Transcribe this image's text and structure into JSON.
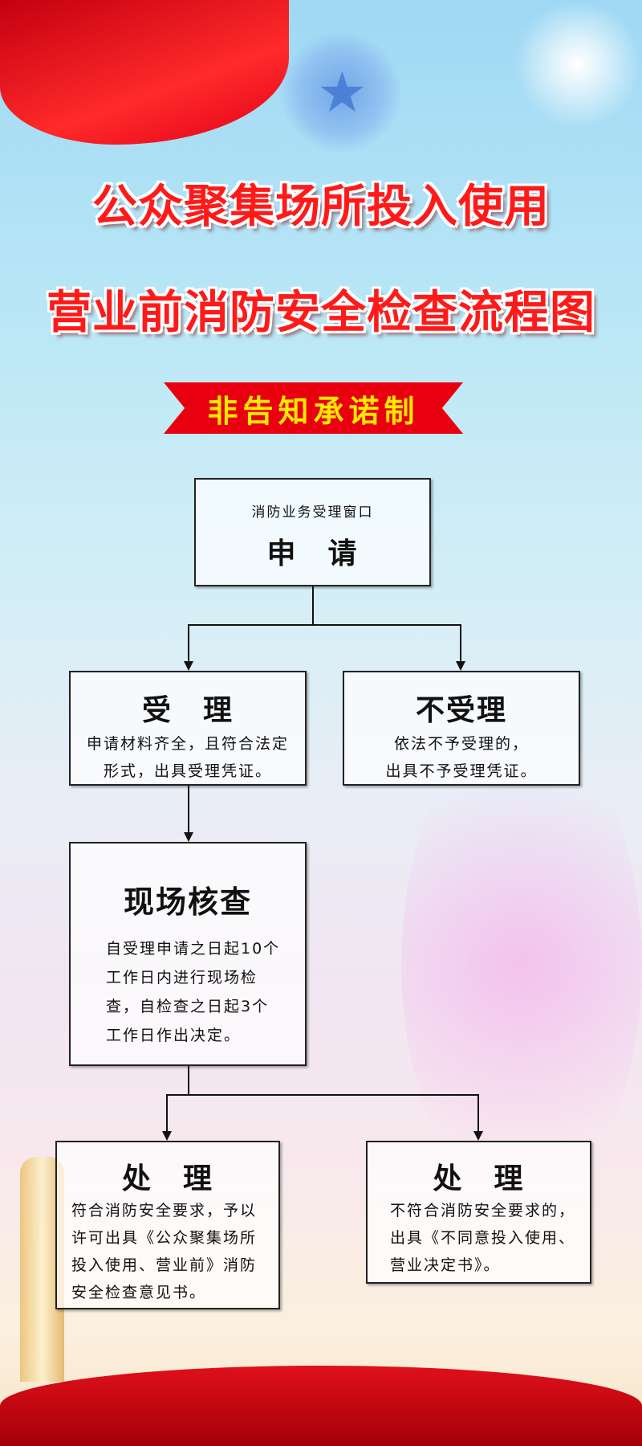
{
  "title": {
    "line1": "公众聚集场所投入使用",
    "line2": "营业前消防安全检查流程图"
  },
  "banner": "非告知承诺制",
  "apply": {
    "subtitle": "消防业务受理窗口",
    "heading": "申　请"
  },
  "accept": {
    "heading": "受　理",
    "lines": [
      "申请材料齐全，且符合法定",
      "形式，出具受理凭证。"
    ]
  },
  "reject": {
    "heading": "不受理",
    "lines": [
      "依法不予受理的，",
      "出具不予受理凭证。"
    ]
  },
  "inspect": {
    "heading": "现场核查",
    "lines": [
      "自受理申请之日起10个",
      "工作日内进行现场检",
      "查，自检查之日起3个",
      "工作日作出决定。"
    ]
  },
  "handle_pass": {
    "heading": "处　理",
    "lines": [
      "符合消防安全要求，予以",
      "许可出具《公众聚集场所",
      "投入使用、营业前》消防",
      "安全检查意见书。"
    ]
  },
  "handle_fail": {
    "heading": "处　理",
    "lines": [
      "不符合消防安全要求的，",
      "出具《不同意投入使用、",
      "营业决定书》。"
    ]
  }
}
